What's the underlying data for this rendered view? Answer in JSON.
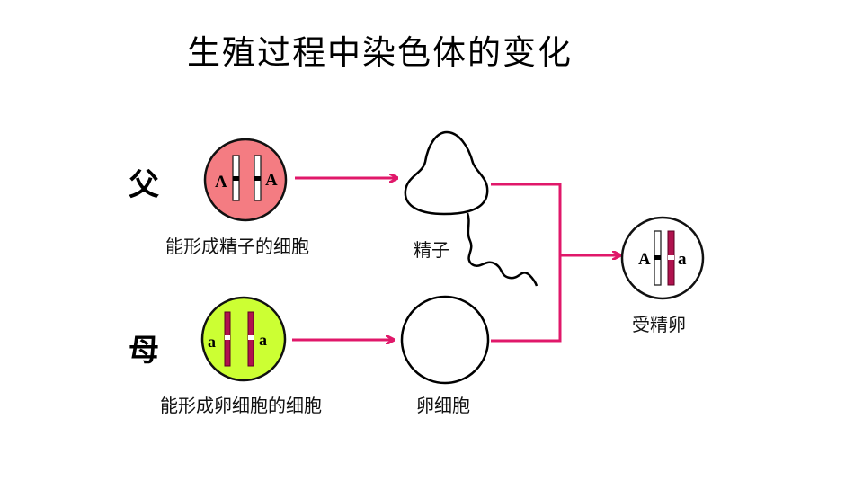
{
  "title": "生殖过程中染色体的变化",
  "father_label": "父",
  "mother_label": "母",
  "father_cell_caption": "能形成精子的细胞",
  "mother_cell_caption": "能形成卵细胞的细胞",
  "sperm_caption": "精子",
  "egg_caption": "卵细胞",
  "zygote_caption": "受精卵",
  "alleles": {
    "father_left": "A",
    "father_right": "A",
    "mother_left": "a",
    "mother_right": "a",
    "zygote_left": "A",
    "zygote_right": "a"
  },
  "colors": {
    "father_cell_fill": "#F47C82",
    "mother_cell_fill": "#CCFF33",
    "arrow": "#E0186A",
    "maternal_chromosome": "#B0124E",
    "paternal_chromosome": "#FFFFFF"
  }
}
